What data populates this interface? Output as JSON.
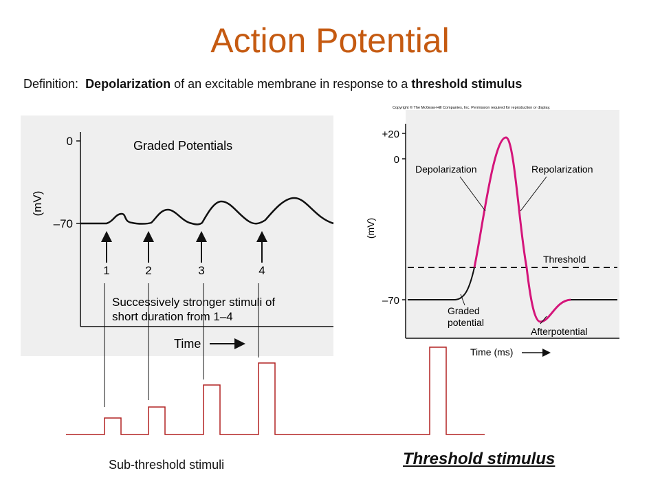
{
  "title": "Action Potential",
  "definition": {
    "prefix": "Definition:",
    "term1": "Depolarization",
    "mid": "of an excitable membrane in response to a",
    "term2": "threshold stimulus"
  },
  "left_graph": {
    "title": "Graded Potentials",
    "y_axis_label": "(mV)",
    "y_ticks": [
      "0",
      "–70"
    ],
    "stimulus_numbers": [
      "1",
      "2",
      "3",
      "4"
    ],
    "caption_line1": "Successively stronger stimuli of",
    "caption_line2": "short duration from 1–4",
    "x_axis_label": "Time"
  },
  "right_graph": {
    "copyright": "Copyright © The McGraw-Hill Companies, Inc. Permission required for reproduction or display.",
    "y_axis_label": "(mV)",
    "y_ticks": [
      "+20",
      "0",
      "–70"
    ],
    "labels": {
      "depolarization": "Depolarization",
      "repolarization": "Repolarization",
      "threshold": "Threshold",
      "graded_line1": "Graded",
      "graded_line2": "potential",
      "afterpotential": "Afterpotential"
    },
    "x_axis_label": "Time (ms)"
  },
  "stimuli": {
    "sub_label": "Sub-threshold stimuli",
    "threshold_label": "Threshold stimulus"
  },
  "colors": {
    "title": "#c55a11",
    "panel_bg": "#efefef",
    "trace": "#111111",
    "spike": "#d4157a",
    "stimulus_line": "#b22222"
  }
}
